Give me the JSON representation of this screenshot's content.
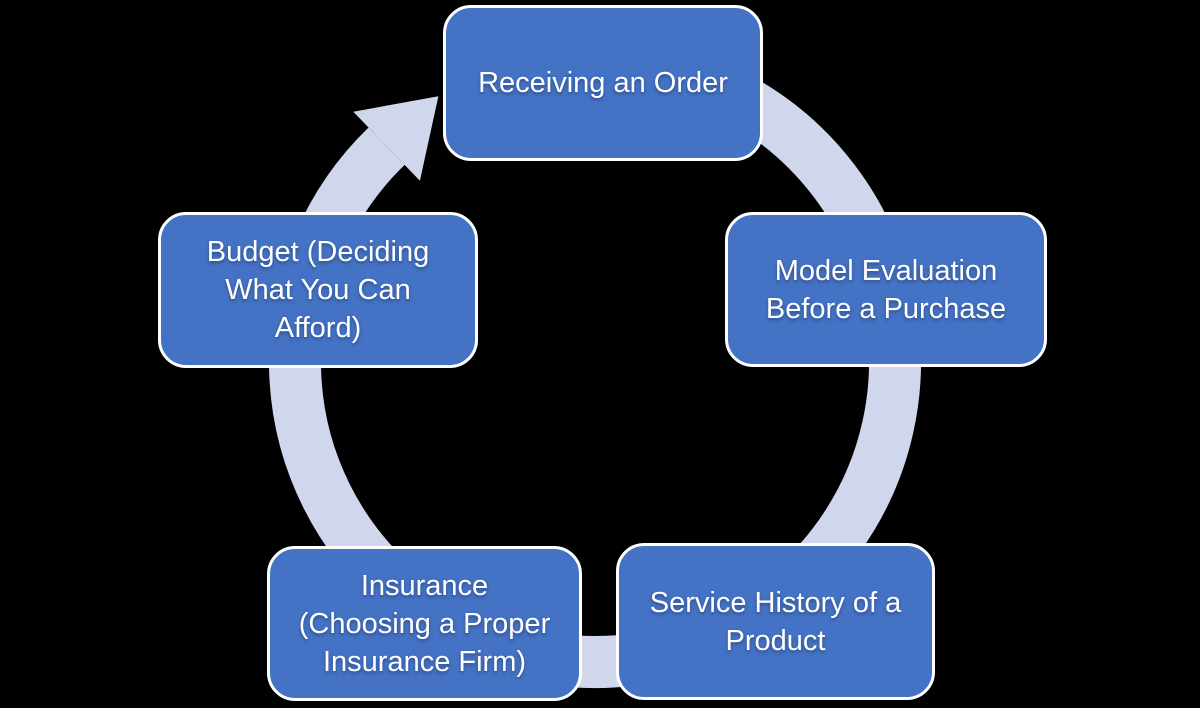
{
  "diagram": {
    "type": "cycle",
    "direction": "clockwise",
    "colors": {
      "node_fill": "#4472C4",
      "node_border": "#FFFFFF",
      "node_text": "#FFFFFF",
      "ring": "#D0D6EC",
      "background": "#000000"
    },
    "nodes": [
      {
        "id": "receiving-an-order",
        "label": "Receiving an Order",
        "lines": [
          "Receiving an Order"
        ]
      },
      {
        "id": "model-evaluation",
        "label": "Model Evaluation Before a Purchase",
        "lines": [
          "Model Evaluation",
          "Before a Purchase"
        ]
      },
      {
        "id": "service-history",
        "label": "Service History of a Product",
        "lines": [
          "Service History of a",
          "Product"
        ]
      },
      {
        "id": "insurance",
        "label": "Insurance (Choosing a Proper Insurance Firm)",
        "lines": [
          "Insurance",
          "(Choosing a Proper",
          "Insurance Firm)"
        ]
      },
      {
        "id": "budget",
        "label": "Budget (Deciding What You Can Afford)",
        "lines": [
          "Budget (Deciding",
          "What You Can",
          "Afford)"
        ]
      }
    ]
  }
}
